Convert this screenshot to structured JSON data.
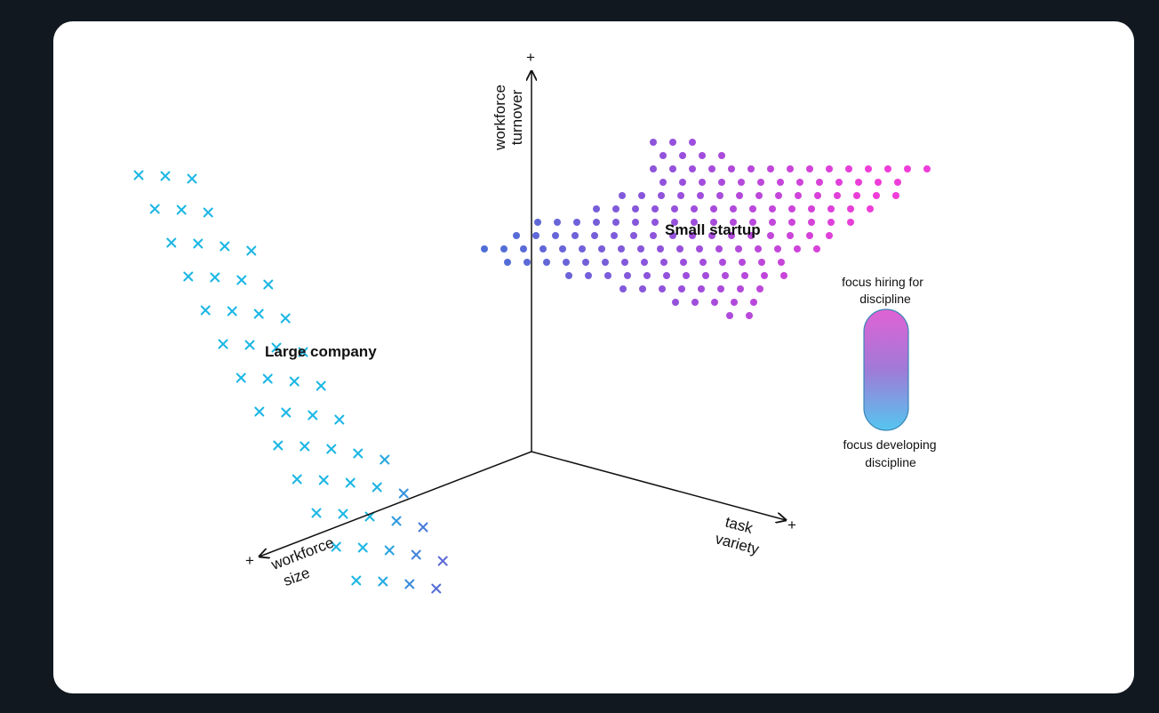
{
  "axes": {
    "y": {
      "label_line1": "workforce",
      "label_line2": "turnover",
      "plus": "+"
    },
    "x": {
      "label_line1": "task",
      "label_line2": "variety",
      "plus": "+"
    },
    "z": {
      "label_line1": "workforce",
      "label_line2": "size",
      "plus": "+"
    }
  },
  "clusters": {
    "large": {
      "label": "Large company",
      "marker": "x-marker"
    },
    "small": {
      "label": "Small startup",
      "marker": "dot-marker"
    }
  },
  "legend": {
    "top_line1": "focus hiring for",
    "top_line2": "discipline",
    "bottom_line1": "focus developing",
    "bottom_line2": "discipline",
    "colors": {
      "top": "#e062d4",
      "middle": "#a07ad8",
      "bottom": "#55c6ef"
    }
  },
  "palette": {
    "cyan": "#1ab6e4",
    "blue": "#4f6fd6",
    "purple": "#9a4fdc",
    "magenta": "#f03dd8",
    "card": "#ffffff",
    "background": "#111820"
  }
}
